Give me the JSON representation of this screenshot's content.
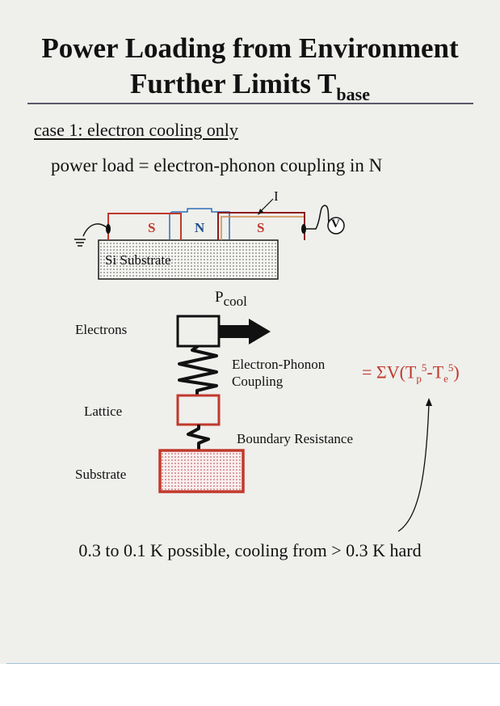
{
  "title": {
    "line1": "Power Loading from Environment",
    "line2_main": "Further Limits T",
    "line2_sub": "base"
  },
  "case_heading": "case 1:  electron cooling only",
  "power_load": "power load = electron-phonon coupling in N",
  "device": {
    "left_electrode": "S",
    "center_island": "N",
    "right_electrode": "S",
    "current_label": "I",
    "voltmeter_label": "V",
    "substrate_label": "Si Substrate",
    "ground_icon": "ground-icon"
  },
  "thermal_model": {
    "pcool_main": "P",
    "pcool_sub": "cool",
    "electrons_label": "Electrons",
    "lattice_label": "Lattice",
    "substrate_label": "Substrate",
    "ep_coupling_line1": "Electron-Phonon",
    "ep_coupling_line2": "Coupling",
    "boundary_resistance": "Boundary Resistance",
    "formula": {
      "prefix": "= ΣV(T",
      "p_sub": "p",
      "p_sup": "5",
      "mid": "-T",
      "e_sub": "e",
      "e_sup": "5",
      "suffix": ")"
    }
  },
  "conclusion": "0.3 to 0.1 K possible, cooling from > 0.3 K hard",
  "colors": {
    "accent_red": "#c0392b",
    "n_blue": "#1f4e8c",
    "electrode_red": "#c0392b",
    "text": "#111111"
  }
}
